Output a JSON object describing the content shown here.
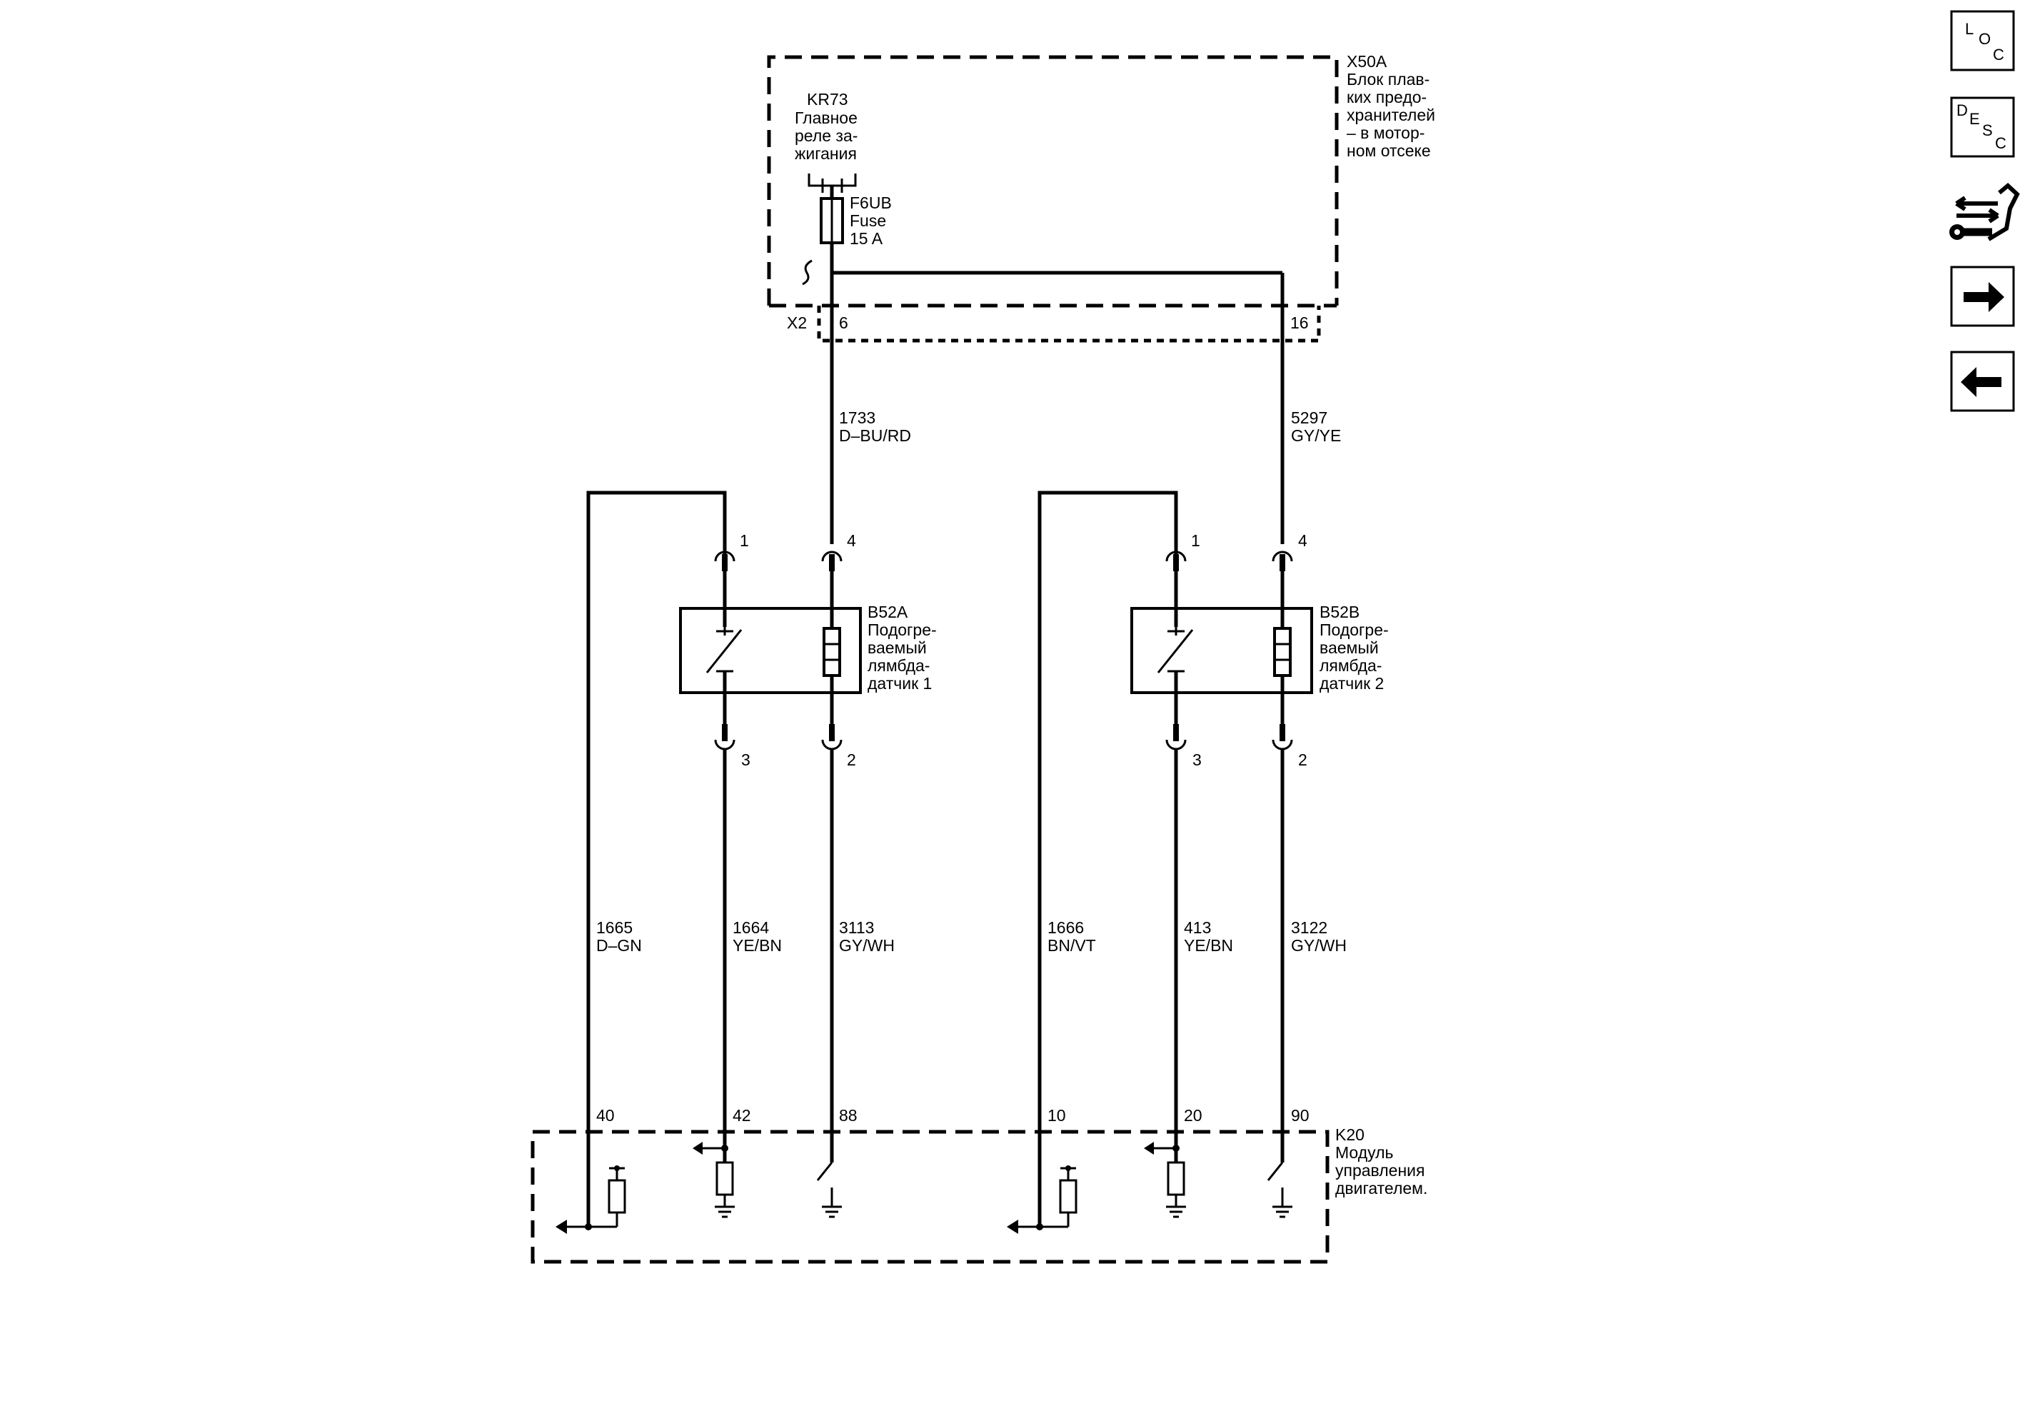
{
  "fuse_block": {
    "id": "X50A",
    "desc": [
      "Блок плав-",
      "ких предо-",
      "хранителей",
      "– в мотор-",
      "ном отсеке"
    ],
    "connector": "X2",
    "pin_left": "6",
    "pin_right": "16"
  },
  "relay": {
    "id": "KR73",
    "desc": [
      "Главное",
      "реле за-",
      "жигания"
    ]
  },
  "fuse": {
    "id": "F6UB",
    "desc": [
      "Fuse",
      "15 A"
    ]
  },
  "supply_wires": [
    {
      "circuit": "1733",
      "color": "D–BU/RD"
    },
    {
      "circuit": "5297",
      "color": "GY/YE"
    }
  ],
  "sensors": [
    {
      "id": "B52A",
      "desc": [
        "Подогре-",
        "ваемый",
        "лямбда-",
        "датчик 1"
      ],
      "pin_top_left": "1",
      "pin_top_right": "4",
      "pin_bot_left": "3",
      "pin_bot_right": "2"
    },
    {
      "id": "B52B",
      "desc": [
        "Подогре-",
        "ваемый",
        "лямбда-",
        "датчик 2"
      ],
      "pin_top_left": "1",
      "pin_top_right": "4",
      "pin_bot_left": "3",
      "pin_bot_right": "2"
    }
  ],
  "lower_wires": [
    {
      "circuit": "1665",
      "color": "D–GN",
      "pin": "40"
    },
    {
      "circuit": "1664",
      "color": "YE/BN",
      "pin": "42"
    },
    {
      "circuit": "3113",
      "color": "GY/WH",
      "pin": "88"
    },
    {
      "circuit": "1666",
      "color": "BN/VT",
      "pin": "10"
    },
    {
      "circuit": "413",
      "color": "YE/BN",
      "pin": "20"
    },
    {
      "circuit": "3122",
      "color": "GY/WH",
      "pin": "90"
    }
  ],
  "module": {
    "id": "K20",
    "desc": [
      "Модуль",
      "управления",
      "двигателем."
    ]
  },
  "nav": {
    "loc": [
      "L",
      "O",
      "C"
    ],
    "desc": [
      "D",
      "E",
      "S",
      "C"
    ],
    "icons": [
      "diagnostic-icon",
      "arrow-right-icon",
      "arrow-left-icon"
    ]
  }
}
